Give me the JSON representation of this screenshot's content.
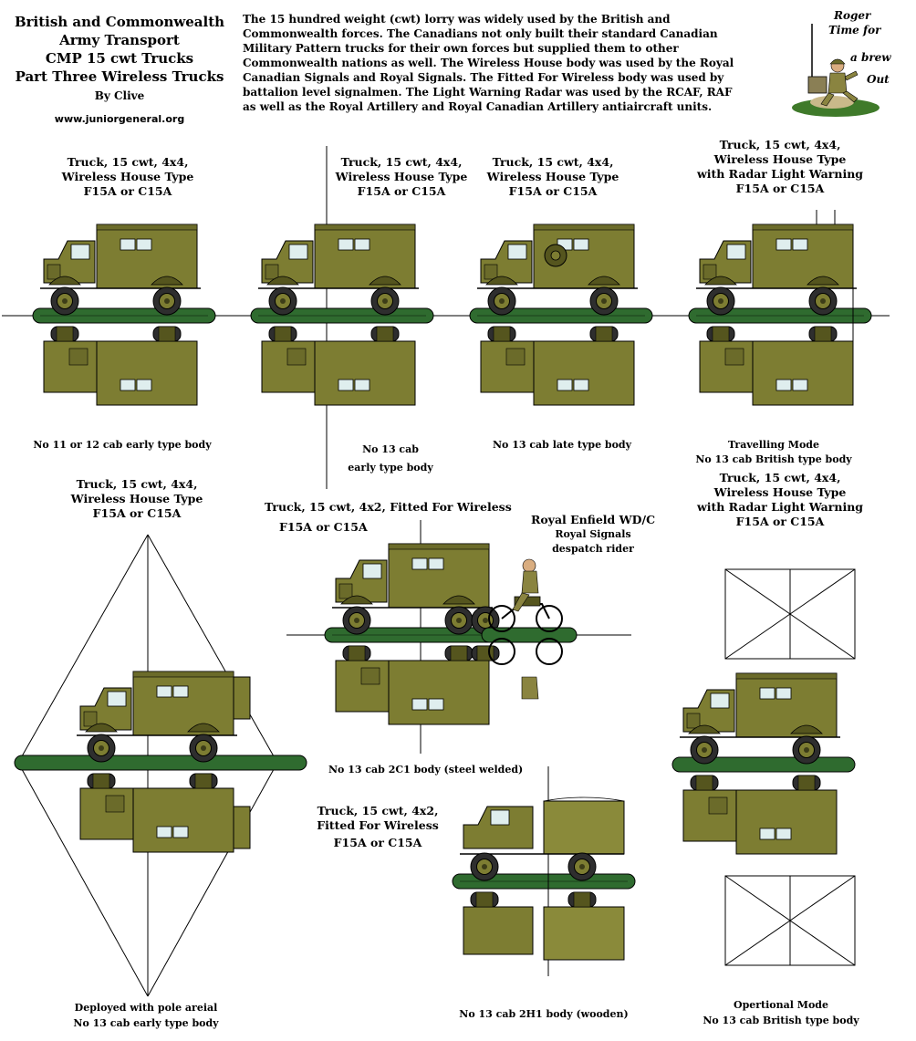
{
  "header": {
    "title_lines": [
      "British and Commonwealth",
      "Army Transport",
      "CMP 15 cwt Trucks",
      "Part Three Wireless Trucks"
    ],
    "byline": "By Clive",
    "website": "www.juniorgeneral.org",
    "intro_lines": [
      "The 15 hundred weight (cwt) lorry was widely used by the British and",
      "Commonwealth forces.  The Canadians not only built their standard Canadian",
      "Military Pattern trucks for their own forces but supplied them to other",
      "Commonwealth nations as well.  The Wireless House body was used by the Royal",
      "Canadian Signals and Royal Signals. The Fitted For Wireless body was used by",
      "battalion level signalmen. The Light Warning Radar was used by the RCAF, RAF",
      "as well as the Royal Artillery and Royal Canadian Artillery antiaircraft units."
    ],
    "logo_words": [
      "Roger",
      "Time for",
      "a brew",
      "Out"
    ]
  },
  "units": {
    "u1": {
      "title": [
        "Truck, 15 cwt, 4x4,",
        "Wireless House Type",
        "F15A or C15A"
      ],
      "caption": [
        "No 11 or 12 cab early type body"
      ]
    },
    "u2": {
      "title": [
        "Truck, 15 cwt, 4x4,",
        "Wireless House Type",
        "F15A or C15A"
      ],
      "caption": [
        "No 13 cab",
        "early type body"
      ]
    },
    "u3": {
      "title": [
        "Truck, 15 cwt, 4x4,",
        "Wireless House Type",
        "F15A or C15A"
      ],
      "caption": [
        "No 13 cab late type body"
      ]
    },
    "u4": {
      "title": [
        "Truck, 15 cwt, 4x4,",
        "Wireless House Type",
        "with Radar Light Warning",
        "F15A or C15A"
      ],
      "caption": [
        "Travelling Mode",
        "No 13 cab British type body"
      ]
    },
    "u5": {
      "title": [
        "Truck, 15 cwt, 4x4,",
        "Wireless House Type",
        "F15A or C15A"
      ],
      "caption": [
        "Deployed with pole areial",
        "No 13 cab early type body"
      ]
    },
    "u6": {
      "title": [
        "Truck, 15 cwt, 4x2, Fitted For Wireless",
        "F15A or C15A"
      ],
      "caption": [
        "No 13 cab  2C1 body (steel welded)"
      ]
    },
    "u7": {
      "title": [
        "Royal Enfield WD/C",
        "Royal Signals",
        "despatch rider"
      ]
    },
    "u8": {
      "title": [
        "Truck, 15 cwt, 4x4,",
        "Wireless House Type",
        "with Radar Light Warning",
        "F15A or C15A"
      ],
      "caption": [
        "Opertional Mode",
        "No 13 cab British type body"
      ]
    },
    "u9": {
      "title": [
        "Truck, 15 cwt, 4x2,",
        "Fitted For Wireless",
        "F15A or C15A"
      ],
      "caption": [
        "No 13 cab  2H1 body (wooden)"
      ]
    }
  },
  "colors": {
    "olive": "#7d7d32",
    "olive_dark": "#55551e",
    "olive_light": "#a3a35a",
    "base_green": "#2f6b2f",
    "tire": "#333333",
    "window": "#dfeeee"
  }
}
